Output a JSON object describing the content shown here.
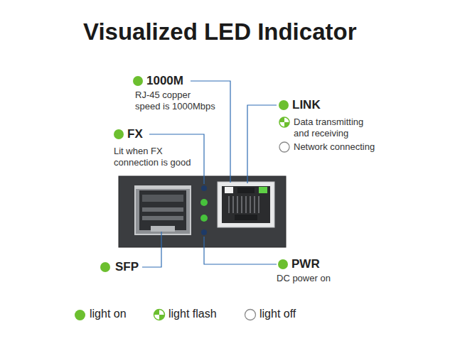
{
  "diagram": {
    "title": "Visualized LED Indicator",
    "labels": [
      "1000M",
      "RJ-45 copper speed is 1000Mbps",
      "LINK",
      "Data transmitting and receiving",
      "Network connecting",
      "FX",
      "Lit when FX connection is good",
      "SFP",
      "PWR",
      "DC power on"
    ],
    "legend": [
      {
        "text": "light on",
        "color": "#6cbf2f"
      },
      {
        "text": "light flash"
      },
      {
        "text": "light off"
      }
    ]
  }
}
